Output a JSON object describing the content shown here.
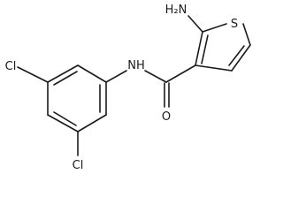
{
  "structure": {
    "atom_labels": {
      "amino": "H₂N",
      "sulfur": "S",
      "amide_nh": "NH",
      "oxygen": "O",
      "chlorine_top": "Cl",
      "chlorine_bottom": "Cl"
    }
  }
}
